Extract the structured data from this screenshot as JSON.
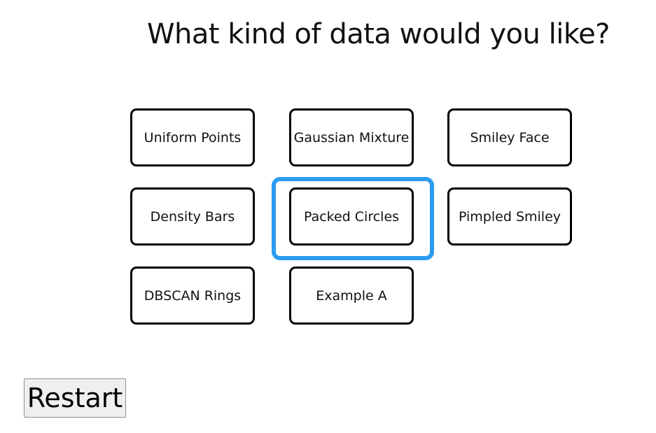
{
  "header": {
    "title": "What kind of data would you like?"
  },
  "options": [
    {
      "label": "Uniform Points",
      "selected": false
    },
    {
      "label": "Gaussian Mixture",
      "selected": false
    },
    {
      "label": "Smiley Face",
      "selected": false
    },
    {
      "label": "Density Bars",
      "selected": false
    },
    {
      "label": "Packed Circles",
      "selected": true
    },
    {
      "label": "Pimpled Smiley",
      "selected": false
    },
    {
      "label": "DBSCAN Rings",
      "selected": false
    },
    {
      "label": "Example A",
      "selected": false
    }
  ],
  "controls": {
    "restart_label": "Restart"
  },
  "colors": {
    "selection_highlight": "#2b9cf0",
    "option_border": "#000000",
    "background": "#ffffff"
  }
}
